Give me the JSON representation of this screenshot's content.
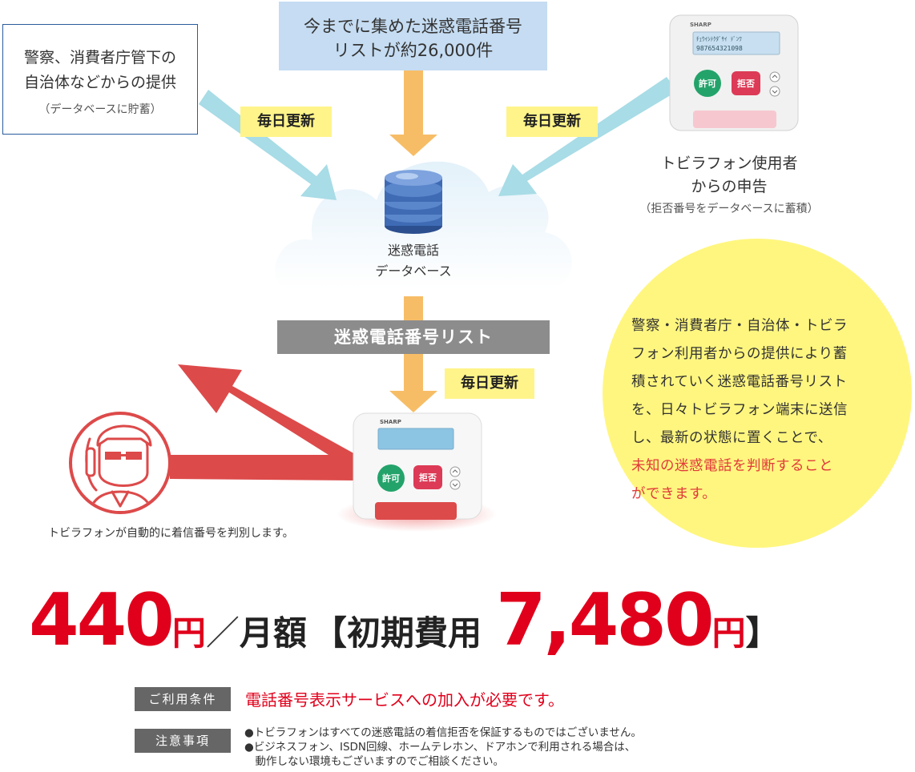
{
  "sources": {
    "authority_line1": "警察、消費者庁管下の",
    "authority_line2": "自治体などからの提供",
    "authority_note": "（データベースに貯蓄）",
    "list_line1": "今までに集めた迷惑電話番号",
    "list_line2": "リストが約26,000件",
    "user_line1": "トビラフォン使用者",
    "user_line2": "からの申告",
    "user_note": "（拒否番号をデータベースに蓄積）"
  },
  "badges": {
    "left": "毎日更新",
    "right": "毎日更新",
    "bottom": "毎日更新"
  },
  "database": {
    "line1": "迷惑電話",
    "line2": "データベース"
  },
  "list_bar": "迷惑電話番号リスト",
  "device": {
    "brand": "SHARP",
    "allow": "許可",
    "reject": "拒否",
    "screen_line1": "ﾁｭｳｲｼﾃｸﾀﾞｻｲ ﾃﾞﾝﾜ",
    "screen_line2": "987654321098"
  },
  "caption": "トビラフォンが自動的に着信番号を判別します。",
  "circle": {
    "line1": "警察・消費者庁・自治体・トビラ",
    "line2": "フォン利用者からの提供により蓄",
    "line3": "積されていく迷惑電話番号リスト",
    "line4": "を、日々トビラフォン端末に送信",
    "line5": "し、最新の状態に置くことで、",
    "line6": "未知の迷惑電話を判断すること",
    "line7": "ができます。"
  },
  "price": {
    "monthly": "440",
    "yen1": "円",
    "slash": "／",
    "monthly_label": "月額",
    "bracket_open": "【",
    "initial_label": "初期費用",
    "initial": "7,480",
    "yen2": "円",
    "bracket_close": "】"
  },
  "conditions": {
    "label": "ご利用条件",
    "text": "電話番号表示サービスへの加入が必要です。"
  },
  "notes": {
    "label": "注意事項",
    "line1": "●トビラフォンはすべての迷惑電話の着信拒否を保証するものではございません。",
    "line2": "●ビジネスフォン、ISDN回線、ホームテレホン、ドアホンで利用される場合は、",
    "line3": "　動作しない環境もございますのでご相談ください。"
  },
  "colors": {
    "arrow_blue": "#a8dce6",
    "arrow_orange": "#f7bd66",
    "red": "#e0001b",
    "yellow": "#fff67f",
    "badge": "#fff48a",
    "gray": "#8c8c8c"
  }
}
